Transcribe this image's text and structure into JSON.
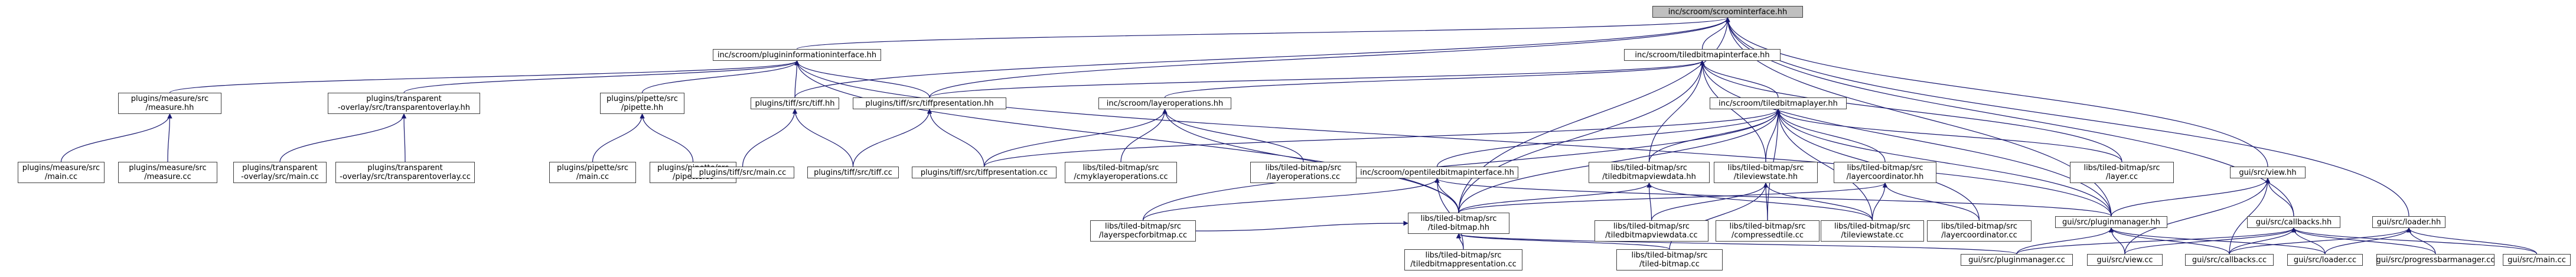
{
  "graph": {
    "colors": {
      "edge": "#191970",
      "node_border": "#404040",
      "root_fill": "#bfbfbf",
      "node_fill": "#ffffff"
    },
    "nodes": [
      {
        "id": "root",
        "lines": [
          "inc/scroom/scroominterface.hh"
        ]
      },
      {
        "id": "pii",
        "lines": [
          "inc/scroom/plugininformationinterface.hh"
        ]
      },
      {
        "id": "tbi",
        "lines": [
          "inc/scroom/tiledbitmapinterface.hh"
        ]
      },
      {
        "id": "measure",
        "lines": [
          "plugins/measure/src",
          "/measure.hh"
        ]
      },
      {
        "id": "tovl",
        "lines": [
          "plugins/transparent",
          "-overlay/src/transparentoverlay.hh"
        ]
      },
      {
        "id": "pipette",
        "lines": [
          "plugins/pipette/src",
          "/pipette.hh"
        ]
      },
      {
        "id": "tiffhh",
        "lines": [
          "plugins/tiff/src/tiff.hh"
        ]
      },
      {
        "id": "tiffpres",
        "lines": [
          "plugins/tiff/src/tiffpresentation.hh"
        ]
      },
      {
        "id": "layerops",
        "lines": [
          "inc/scroom/layeroperations.hh"
        ]
      },
      {
        "id": "tblayer",
        "lines": [
          "inc/scroom/tiledbitmaplayer.hh"
        ]
      },
      {
        "id": "measmain",
        "lines": [
          "plugins/measure/src",
          "/main.cc"
        ]
      },
      {
        "id": "meascc",
        "lines": [
          "plugins/measure/src",
          "/measure.cc"
        ]
      },
      {
        "id": "tovlmain",
        "lines": [
          "plugins/transparent",
          "-overlay/src/main.cc"
        ]
      },
      {
        "id": "tovlcc",
        "lines": [
          "plugins/transparent",
          "-overlay/src/transparentoverlay.cc"
        ]
      },
      {
        "id": "pipmain",
        "lines": [
          "plugins/pipette/src",
          "/main.cc"
        ]
      },
      {
        "id": "pipcc",
        "lines": [
          "plugins/pipette/src",
          "/pipette.cc"
        ]
      },
      {
        "id": "tiffmain",
        "lines": [
          "plugins/tiff/src/main.cc"
        ]
      },
      {
        "id": "tiffcc",
        "lines": [
          "plugins/tiff/src/tiff.cc"
        ]
      },
      {
        "id": "tiffprescc",
        "lines": [
          "plugins/tiff/src/tiffpresentation.cc"
        ]
      },
      {
        "id": "cmyk",
        "lines": [
          "libs/tiled-bitmap/src",
          "/cmyklayeroperations.cc"
        ]
      },
      {
        "id": "layeropscc",
        "lines": [
          "libs/tiled-bitmap/src",
          "/layeroperations.cc"
        ]
      },
      {
        "id": "opentbi",
        "lines": [
          "inc/scroom/opentiledbitmapinterface.hh"
        ]
      },
      {
        "id": "tbvdhh",
        "lines": [
          "libs/tiled-bitmap/src",
          "/tiledbitmapviewdata.hh"
        ]
      },
      {
        "id": "tvshh",
        "lines": [
          "libs/tiled-bitmap/src",
          "/tileviewstate.hh"
        ]
      },
      {
        "id": "lchh",
        "lines": [
          "libs/tiled-bitmap/src",
          "/layercoordinator.hh"
        ]
      },
      {
        "id": "layercc",
        "lines": [
          "libs/tiled-bitmap/src",
          "/layer.cc"
        ]
      },
      {
        "id": "tbhh",
        "lines": [
          "libs/tiled-bitmap/src",
          "/tiled-bitmap.hh"
        ]
      },
      {
        "id": "lsb",
        "lines": [
          "libs/tiled-bitmap/src",
          "/layerspecforbitmap.cc"
        ]
      },
      {
        "id": "tbvdcc",
        "lines": [
          "libs/tiled-bitmap/src",
          "/tiledbitmapviewdata.cc"
        ]
      },
      {
        "id": "compcc",
        "lines": [
          "libs/tiled-bitmap/src",
          "/compressedtile.cc"
        ]
      },
      {
        "id": "tvscc",
        "lines": [
          "libs/tiled-bitmap/src",
          "/tileviewstate.cc"
        ]
      },
      {
        "id": "lccc",
        "lines": [
          "libs/tiled-bitmap/src",
          "/layercoordinator.cc"
        ]
      },
      {
        "id": "tbpres",
        "lines": [
          "libs/tiled-bitmap/src",
          "/tiledbitmappresentation.cc"
        ]
      },
      {
        "id": "tbcc",
        "lines": [
          "libs/tiled-bitmap/src",
          "/tiled-bitmap.cc"
        ]
      },
      {
        "id": "viewhh",
        "lines": [
          "gui/src/view.hh"
        ]
      },
      {
        "id": "pmhh",
        "lines": [
          "gui/src/pluginmanager.hh"
        ]
      },
      {
        "id": "cbhh",
        "lines": [
          "gui/src/callbacks.hh"
        ]
      },
      {
        "id": "loaderhh",
        "lines": [
          "gui/src/loader.hh"
        ]
      },
      {
        "id": "pmcc",
        "lines": [
          "gui/src/pluginmanager.cc"
        ]
      },
      {
        "id": "viewcc",
        "lines": [
          "gui/src/view.cc"
        ]
      },
      {
        "id": "cbcc",
        "lines": [
          "gui/src/callbacks.cc"
        ]
      },
      {
        "id": "loadercc",
        "lines": [
          "gui/src/loader.cc"
        ]
      },
      {
        "id": "pbm",
        "lines": [
          "gui/src/progressbarmanager.cc"
        ]
      },
      {
        "id": "guimain",
        "lines": [
          "gui/src/main.cc"
        ]
      }
    ],
    "edges": [
      [
        "pii",
        "root"
      ],
      [
        "tbi",
        "root"
      ],
      [
        "tbhh",
        "root"
      ],
      [
        "tiffhh",
        "root"
      ],
      [
        "tiffpres",
        "root"
      ],
      [
        "viewhh",
        "root"
      ],
      [
        "cbhh",
        "root"
      ],
      [
        "loaderhh",
        "root"
      ],
      [
        "pmhh",
        "root"
      ],
      [
        "measure",
        "pii"
      ],
      [
        "tovl",
        "pii"
      ],
      [
        "pipette",
        "pii"
      ],
      [
        "tiffhh",
        "pii"
      ],
      [
        "tiffpres",
        "pii"
      ],
      [
        "pmhh",
        "pii"
      ],
      [
        "tbhh",
        "pii"
      ],
      [
        "tiffpres",
        "tbi"
      ],
      [
        "layerops",
        "tbi"
      ],
      [
        "tblayer",
        "tbi"
      ],
      [
        "tbvdhh",
        "tbi"
      ],
      [
        "tvshh",
        "tbi"
      ],
      [
        "layercc",
        "tbi"
      ],
      [
        "pmhh",
        "tbi"
      ],
      [
        "tbhh",
        "tbi"
      ],
      [
        "measmain",
        "measure"
      ],
      [
        "meascc",
        "measure"
      ],
      [
        "tovlmain",
        "tovl"
      ],
      [
        "tovlcc",
        "tovl"
      ],
      [
        "pipmain",
        "pipette"
      ],
      [
        "pipcc",
        "pipette"
      ],
      [
        "tiffmain",
        "tiffhh"
      ],
      [
        "tiffcc",
        "tiffhh"
      ],
      [
        "tiffcc",
        "tiffpres"
      ],
      [
        "tiffprescc",
        "tiffpres"
      ],
      [
        "cmyk",
        "layerops"
      ],
      [
        "layeropscc",
        "layerops"
      ],
      [
        "tiffprescc",
        "layerops"
      ],
      [
        "tbhh",
        "layerops"
      ],
      [
        "opentbi",
        "tblayer"
      ],
      [
        "tbvdhh",
        "tblayer"
      ],
      [
        "tvshh",
        "tblayer"
      ],
      [
        "lchh",
        "tblayer"
      ],
      [
        "layercc",
        "tblayer"
      ],
      [
        "tiffprescc",
        "tblayer"
      ],
      [
        "tbhh",
        "tblayer"
      ],
      [
        "compcc",
        "tblayer"
      ],
      [
        "tvscc",
        "tblayer"
      ],
      [
        "lccc",
        "tblayer"
      ],
      [
        "pmhh",
        "tblayer"
      ],
      [
        "lsb",
        "tblayer"
      ],
      [
        "tbhh",
        "opentbi"
      ],
      [
        "lsb",
        "opentbi"
      ],
      [
        "tbpres",
        "opentbi"
      ],
      [
        "pmhh",
        "opentbi"
      ],
      [
        "tbvdcc",
        "tbvdhh"
      ],
      [
        "tvscc",
        "tbvdhh"
      ],
      [
        "tbhh",
        "tbvdhh"
      ],
      [
        "tvscc",
        "tvshh"
      ],
      [
        "compcc",
        "tvshh"
      ],
      [
        "tbvdcc",
        "tvshh"
      ],
      [
        "tbcc",
        "tvshh"
      ],
      [
        "tvscc",
        "lchh"
      ],
      [
        "lccc",
        "lchh"
      ],
      [
        "tbhh",
        "lchh"
      ],
      [
        "lsb",
        "tbhh"
      ],
      [
        "tbcc",
        "tbhh"
      ],
      [
        "tbpres",
        "tbhh"
      ],
      [
        "pmcc",
        "tbhh"
      ],
      [
        "pmhh",
        "viewhh"
      ],
      [
        "viewcc",
        "viewhh"
      ],
      [
        "cbcc",
        "viewhh"
      ],
      [
        "cbhh",
        "viewhh"
      ],
      [
        "pmcc",
        "pmhh"
      ],
      [
        "viewcc",
        "pmhh"
      ],
      [
        "cbcc",
        "pmhh"
      ],
      [
        "loadercc",
        "pmhh"
      ],
      [
        "pmcc",
        "cbhh"
      ],
      [
        "viewcc",
        "cbhh"
      ],
      [
        "cbcc",
        "cbhh"
      ],
      [
        "loadercc",
        "cbhh"
      ],
      [
        "pbm",
        "cbhh"
      ],
      [
        "guimain",
        "cbhh"
      ],
      [
        "loadercc",
        "loaderhh"
      ],
      [
        "cbcc",
        "loaderhh"
      ],
      [
        "pbm",
        "loaderhh"
      ],
      [
        "guimain",
        "loaderhh"
      ]
    ]
  }
}
